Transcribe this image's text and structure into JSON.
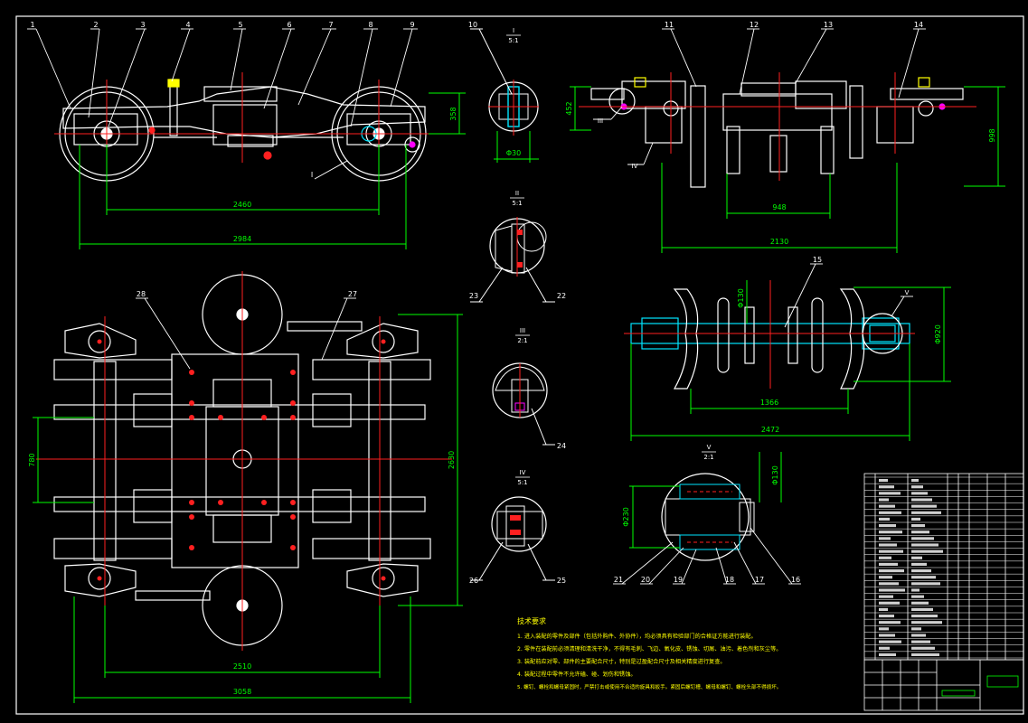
{
  "colors": {
    "background": "#000000",
    "frame": "#ffffff",
    "outline": "#ffffff",
    "dimension": "#00ff00",
    "centerline": "#ff2020",
    "section": "#00e5ff",
    "callout": "#ffffff",
    "notes": "#ffff00",
    "highlight": "#ff00ff"
  },
  "part_numbers": [
    "1",
    "2",
    "3",
    "4",
    "5",
    "6",
    "7",
    "8",
    "9",
    "10",
    "11",
    "12",
    "13",
    "14",
    "15",
    "16",
    "17",
    "18",
    "19",
    "20",
    "21",
    "22",
    "23",
    "24",
    "25",
    "26",
    "27",
    "28"
  ],
  "side_view": {
    "dims": {
      "wheelbase": "2460",
      "overall": "2984",
      "height": "358"
    },
    "balloon": "I"
  },
  "end_view": {
    "dims": {
      "height_left": "452",
      "height_right": "998",
      "inner": "948",
      "overall": "2130"
    },
    "balloons": [
      "III",
      "IV"
    ]
  },
  "plan_view": {
    "dims": {
      "width_left": "780",
      "height_right": "2630",
      "inner": "2510",
      "overall": "3058"
    }
  },
  "axle_view": {
    "dims": {
      "journal": "Φ130",
      "wheel": "Φ920",
      "inner": "1366",
      "overall": "2472"
    },
    "balloon": "V"
  },
  "details": [
    {
      "roman": "I",
      "scale": "5:1",
      "dim": "Φ30"
    },
    {
      "roman": "II",
      "scale": "5:1"
    },
    {
      "roman": "III",
      "scale": "2:1"
    },
    {
      "roman": "IV",
      "scale": "5:1"
    },
    {
      "roman": "V",
      "scale": "2:1",
      "dim_left": "Φ230",
      "dim_right": "Φ130"
    }
  ],
  "notes": {
    "title": "技术要求",
    "lines": [
      "1. 进入装配的零件及部件（包括外购件、外协件），均必须具有检验部门的合格证方能进行装配。",
      "2. 零件在装配前必须清理和清洗干净，不得有毛刺、飞边、氧化皮、锈蚀、切屑、油污、着色剂和灰尘等。",
      "3. 装配前应对零、部件的主要配合尺寸，特别是过盈配合尺寸及相关精度进行复查。",
      "4. 装配过程中零件不允许磕、碰、划伤和锈蚀。",
      "5. 螺钉、螺栓和螺母紧固时，严禁打击或使用不合适的旋具和扳手。紧固后螺钉槽、螺母和螺钉、螺栓头部不得损坏。"
    ]
  }
}
